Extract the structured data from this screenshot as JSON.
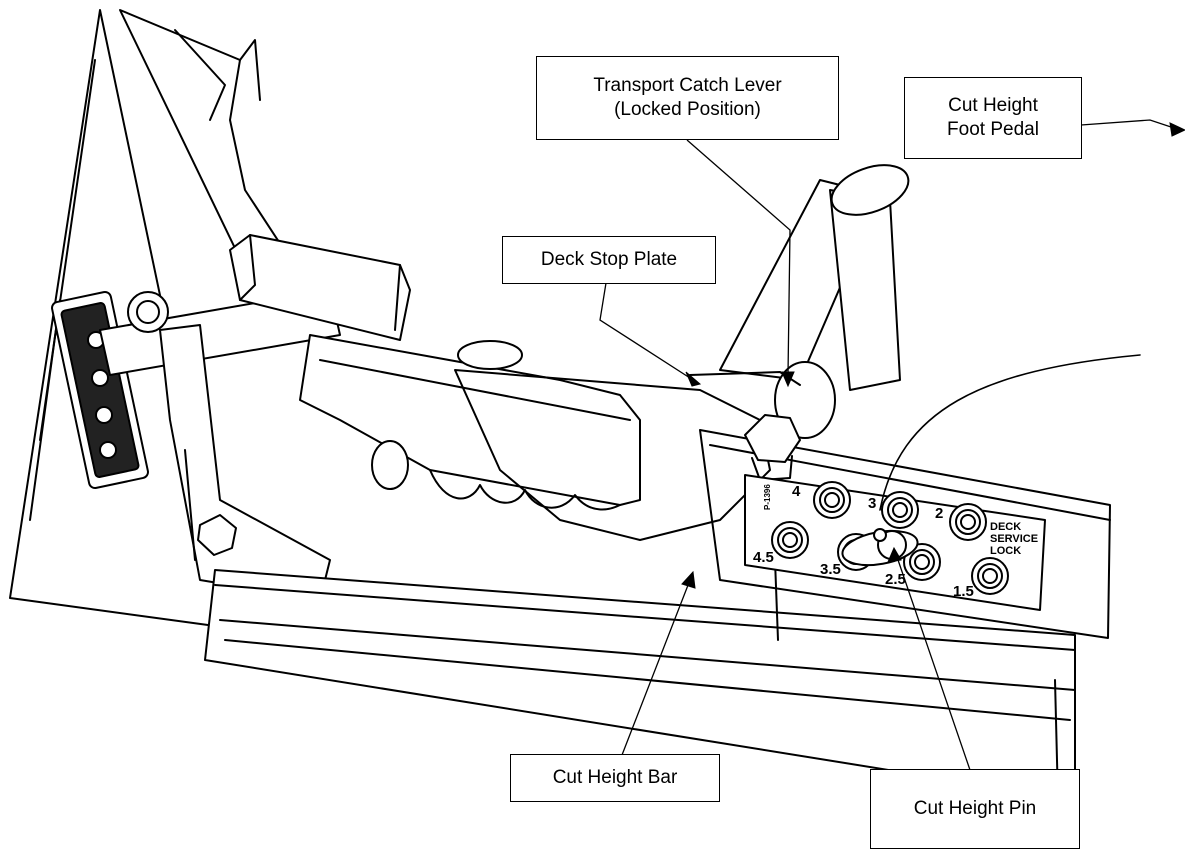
{
  "callouts": {
    "transport_catch_lever": {
      "line1": "Transport Catch Lever",
      "line2": "(Locked Position)"
    },
    "cut_height_foot_pedal": {
      "line1": "Cut Height",
      "line2": "Foot Pedal"
    },
    "deck_stop_plate": {
      "text": "Deck Stop Plate"
    },
    "cut_height_bar": {
      "text": "Cut Height Bar"
    },
    "cut_height_pin": {
      "text": "Cut Height Pin"
    }
  },
  "height_plate": {
    "settings": [
      "4",
      "3",
      "2",
      "4.5",
      "3.5",
      "2.5",
      "1.5"
    ],
    "lock_label": [
      "DECK",
      "SERVICE",
      "LOCK"
    ],
    "part_number": "P-1396"
  }
}
